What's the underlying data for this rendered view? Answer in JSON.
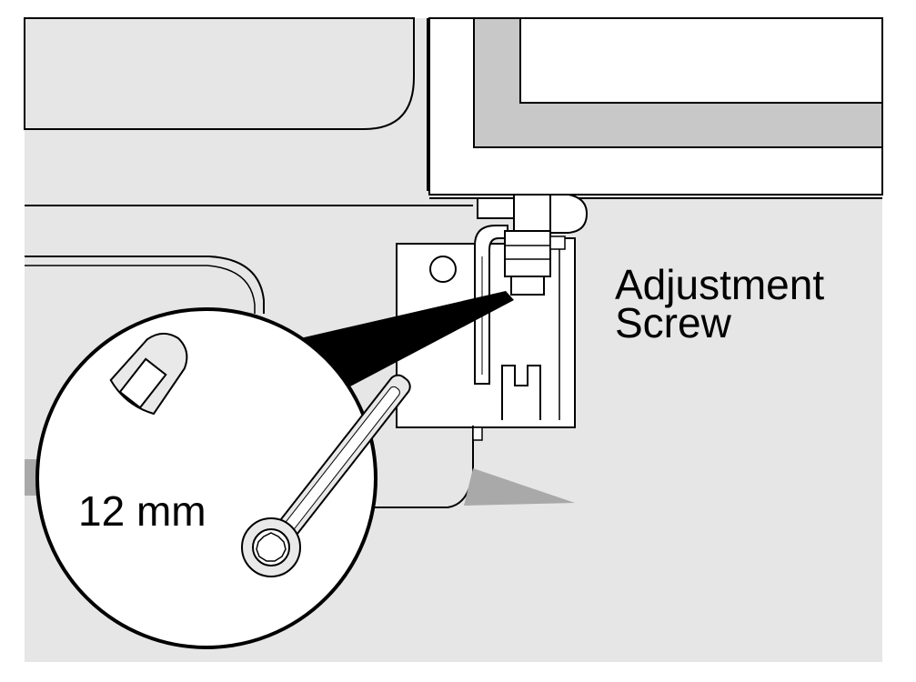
{
  "labels": {
    "adjustment_line1": "Adjustment",
    "adjustment_line2": "Screw",
    "wrench_size": "12 mm"
  },
  "colors": {
    "background": "#e6e6e6",
    "panel_white": "#ffffff",
    "door_inner_gray": "#c8c8c8",
    "shadow_gray": "#a9a9a9",
    "outline": "#000000"
  },
  "icons": {
    "tool": "wrench-icon",
    "screw": "screw-icon"
  }
}
